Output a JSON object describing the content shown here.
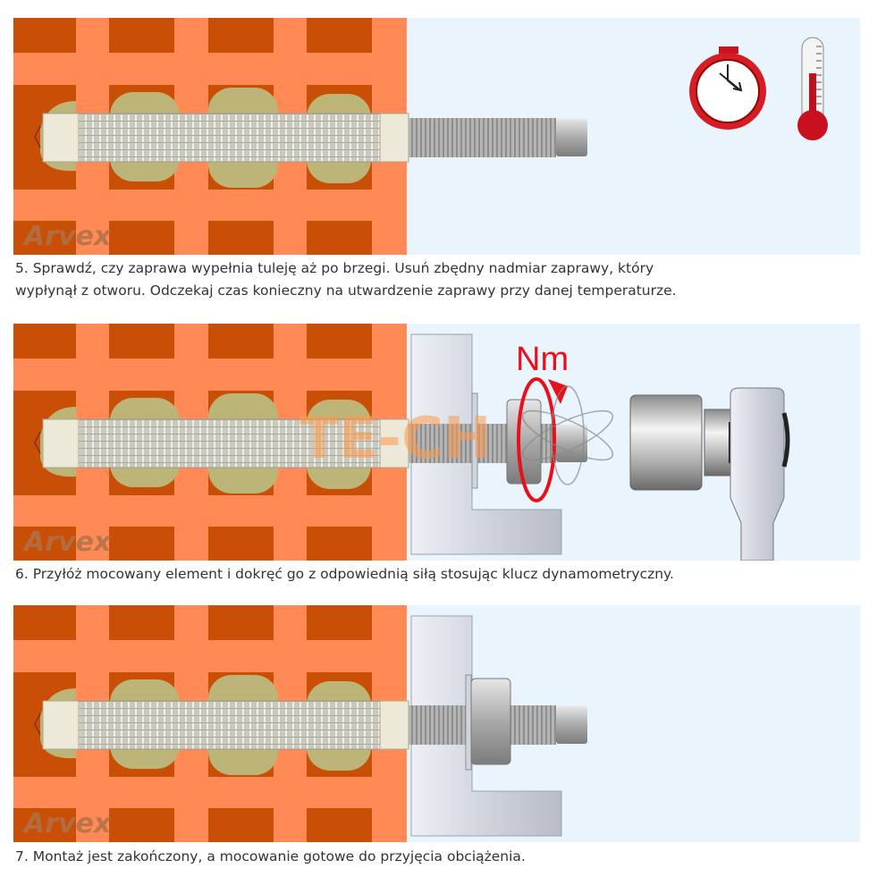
{
  "steps": [
    {
      "number": "5",
      "caption_line1": "5. Sprawdź, czy zaprawa wypełnia tuleję aż po brzegi. Usuń zbędny nadmiar zaprawy, który",
      "caption_line2": "wypłynął z otworu. Odczekaj czas konieczny na utwardzenie zaprawy przy danej temperaturze."
    },
    {
      "number": "6",
      "caption_line1": "6. Przyłóż mocowany element i dokręć go z odpowiednią siłą stosując klucz dynamometryczny.",
      "torque_label": "Nm"
    },
    {
      "number": "7",
      "caption_line1": "7. Montaż jest zakończony, a mocowanie gotowe do przyjęcia obciążenia."
    }
  ],
  "logo": "Arvex",
  "watermark": "TE-CH",
  "icons": [
    "stopwatch-icon",
    "thermometer-icon",
    "torque-arrow-icon",
    "torque-wrench-icon"
  ],
  "colors": {
    "brick_light": "#ff8a55",
    "brick_dark": "#c94e06",
    "mortar": "#bdb478",
    "background": "#eaf4fc",
    "accent_red": "#e8101a"
  }
}
